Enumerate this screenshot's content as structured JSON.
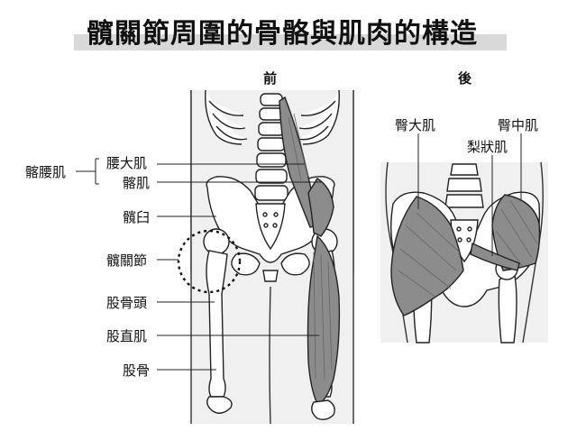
{
  "title": "髖關節周圍的骨骼與肌肉的構造",
  "views": {
    "front": "前",
    "back": "後"
  },
  "labels": {
    "iliopsoas": "髂腰肌",
    "psoas_major": "腰大肌",
    "iliacus": "髂肌",
    "acetabulum": "髖臼",
    "hip_joint": "髖關節",
    "femoral_head": "股骨頭",
    "rectus_femoris": "股直肌",
    "femur": "股骨",
    "gluteus_maximus": "臀大肌",
    "gluteus_medius": "臀中肌",
    "piriformis": "梨狀肌"
  },
  "colors": {
    "muscle": "#8c8c8c",
    "outline": "#222222",
    "skin": "#ffffff",
    "shadow": "#e6e6e6",
    "title_bar": "#d9d9d9"
  }
}
